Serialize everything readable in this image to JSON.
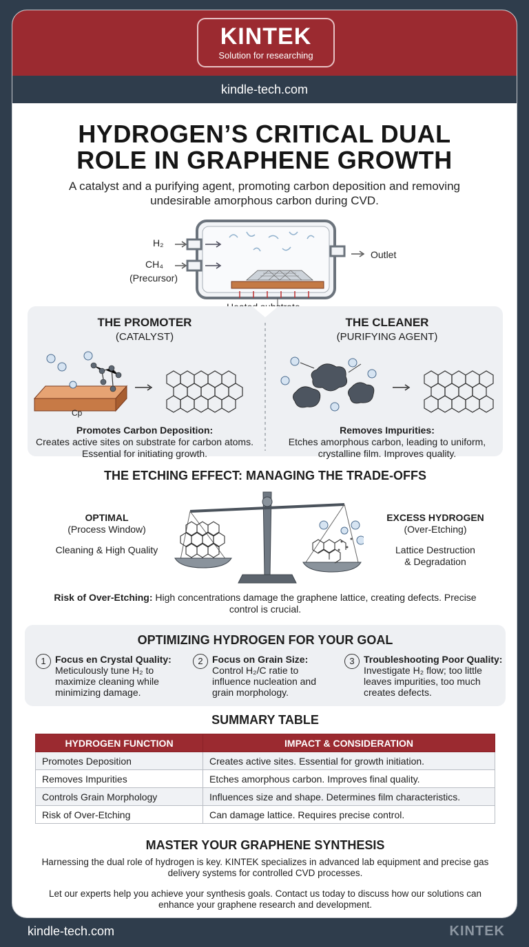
{
  "header": {
    "logo_main": "KINTEK",
    "logo_sub": "Solution for researching",
    "domain": "kindle-tech.com"
  },
  "title_line1": "HYDROGEN’S CRITICAL DUAL",
  "title_line2": "ROLE IN GRAPHENE GROWTH",
  "subtitle": "A catalyst and a purifying agent, promoting carbon deposition and removing undesirable amorphous carbon during CVD.",
  "reactor": {
    "h2_label": "H₂",
    "ch4_label": "CH₄",
    "precursor_label": "(Precursor)",
    "outlet_label": "Outlet",
    "substrate_label": "Heated substrate"
  },
  "promoter": {
    "title": "THE PROMOTER",
    "subtitle": "(CATALYST)",
    "substrate_tag": "Cp",
    "desc_head": "Promotes Carbon Deposition:",
    "desc_body": "Creates active sites on substrate for carbon atoms. Essential for initiating growth."
  },
  "cleaner": {
    "title": "THE CLEANER",
    "subtitle": "(PURIFYING AGENT)",
    "desc_head": "Removes Impurities:",
    "desc_body": "Etches amorphous carbon, leading to uniform, crystalline film. Improves quality."
  },
  "etching": {
    "title": "THE ETCHING EFFECT: MANAGING THE TRADE-OFFS",
    "optimal_head": "OPTIMAL",
    "optimal_sub": "(Process Window)",
    "optimal_desc": "Cleaning & High Quality",
    "excess_head": "EXCESS HYDROGEN",
    "excess_sub": "(Over-Etching)",
    "excess_desc1": "Lattice Destruction",
    "excess_desc2": "& Degradation",
    "risk_head": "Risk of Over-Etching:",
    "risk_body": "High concentrations damage the graphene lattice, creating defects. Precise control is crucial."
  },
  "optimize": {
    "title": "OPTIMIZING HYDROGEN FOR YOUR GOAL",
    "items": [
      {
        "num": "1",
        "head": "Focus en Crystal Quality:",
        "body": "Meticulously tune H₂ to maximize cleaning while minimizing damage."
      },
      {
        "num": "2",
        "head": "Focus on Grain Size:",
        "body": "Control H₂/C ratie to influence nucleation and grain morphology."
      },
      {
        "num": "3",
        "head": "Troubleshooting Poor Quality:",
        "body": "Investigate H₂ flow; too little leaves impurities, too much creates defects."
      }
    ]
  },
  "summary": {
    "title": "SUMMARY TABLE",
    "headers": [
      "HYDROGEN FUNCTION",
      "IMPACT & CONSIDERATION"
    ],
    "rows": [
      [
        "Promotes Deposition",
        "Creates active sites. Essential for growth initiation."
      ],
      [
        "Removes Impurities",
        "Etches amorphous carbon. Improves final quality."
      ],
      [
        "Controls Grain Morphology",
        "Influences size and shape. Determines film characteristics."
      ],
      [
        "Risk of Over-Etching",
        "Can damage lattice. Requires precise control."
      ]
    ]
  },
  "cta": {
    "title": "MASTER YOUR GRAPHENE SYNTHESIS",
    "para1": "Harnessing the dual role of hydrogen is key. KINTEK specializes in advanced lab equipment and precise gas delivery systems for controlled CVD processes.",
    "para2": "Let our experts help you achieve your synthesis goals. Contact us today to discuss how our solutions can enhance your graphene research and development."
  },
  "footer": {
    "domain": "kindle-tech.com",
    "brand": "KINTEK"
  },
  "colors": {
    "brand_red": "#9b2a30",
    "navy": "#2f3d4c",
    "panel": "#eef0f3"
  }
}
